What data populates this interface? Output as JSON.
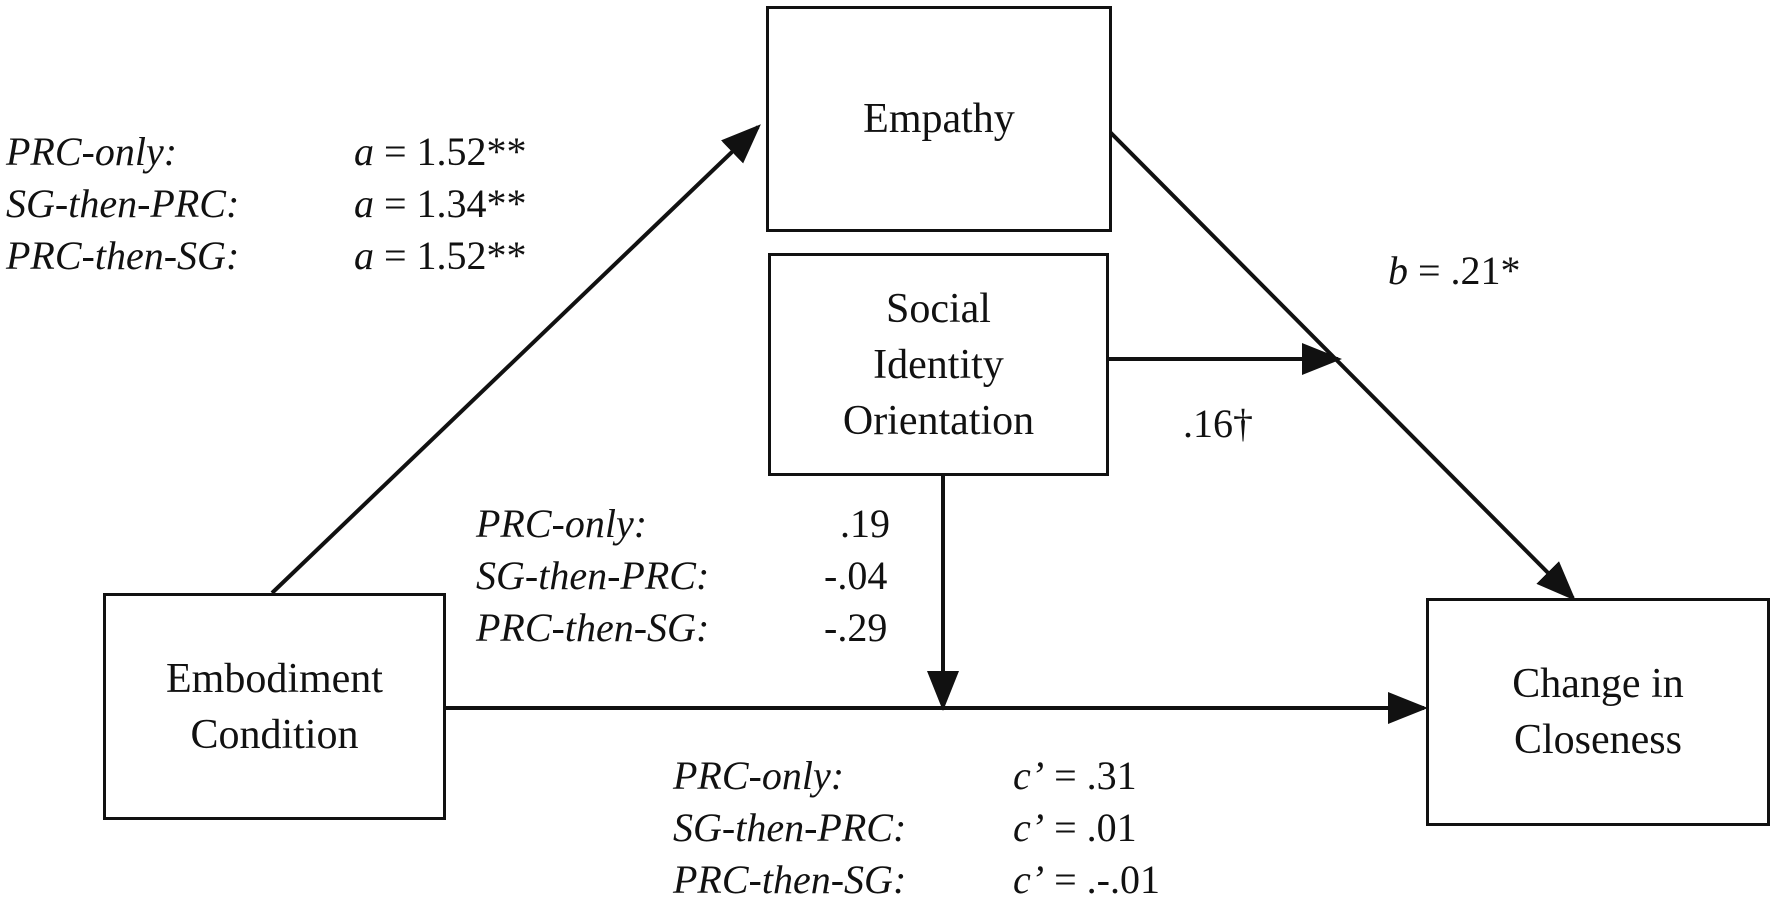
{
  "nodes": {
    "empathy": "Empathy",
    "social_identity": [
      "Social",
      "Identity",
      "Orientation"
    ],
    "embodiment": [
      "Embodiment",
      "Condition"
    ],
    "closeness": [
      "Change in",
      "Closeness"
    ]
  },
  "paths": {
    "a": {
      "symbol": "a",
      "rows": [
        {
          "condition": "PRC-only:",
          "value": "= 1.52**"
        },
        {
          "condition": "SG-then-PRC:",
          "value": "= 1.34**"
        },
        {
          "condition": "PRC-then-SG:",
          "value": "= 1.52**"
        }
      ]
    },
    "b": {
      "symbol": "b",
      "value": "= .21*"
    },
    "moderation_b": ".16†",
    "moderation_c": {
      "rows": [
        {
          "condition": "PRC-only:",
          "value": ".19"
        },
        {
          "condition": "SG-then-PRC:",
          "value": "-.04"
        },
        {
          "condition": "PRC-then-SG:",
          "value": "-.29"
        }
      ]
    },
    "c_prime": {
      "symbol": "c’",
      "rows": [
        {
          "condition": "PRC-only:",
          "value": "= .31"
        },
        {
          "condition": "SG-then-PRC:",
          "value": "=  .01"
        },
        {
          "condition": "PRC-then-SG:",
          "value": "= .-.01"
        }
      ]
    }
  }
}
